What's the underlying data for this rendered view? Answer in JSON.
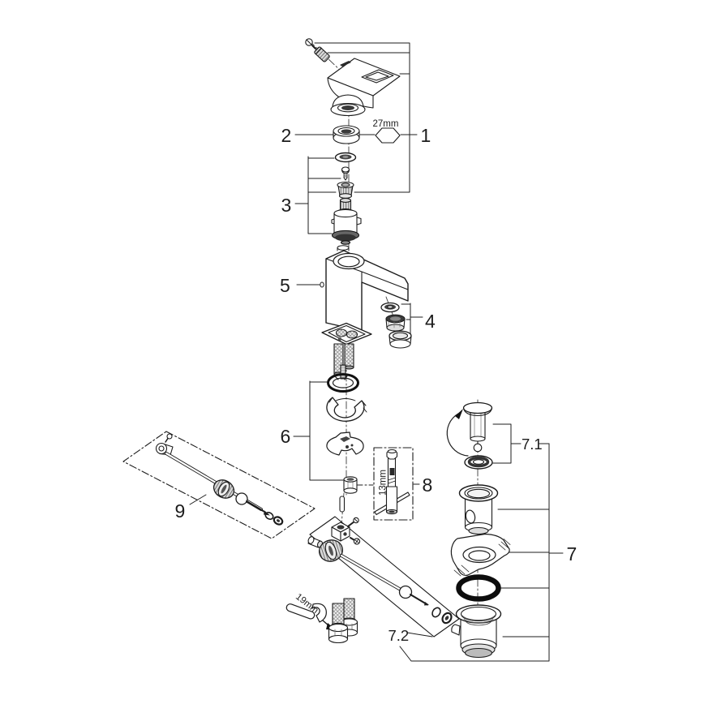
{
  "figure": {
    "kind": "exploded-parts-diagram",
    "subject": "single-lever basin faucet with pop-up drain assembly",
    "background": "#ffffff",
    "line_color": "#1c1c1c"
  },
  "part_labels": {
    "p1": "1",
    "p2": "2",
    "p3": "3",
    "p4": "4",
    "p5": "5",
    "p6": "6",
    "p7": "7",
    "p7_1": "7.1",
    "p7_2": "7.2",
    "p8": "8",
    "p9": "9"
  },
  "annotations": {
    "hex_size": "27mm",
    "socket_size": "13mm",
    "wrench_size": "19mm"
  }
}
